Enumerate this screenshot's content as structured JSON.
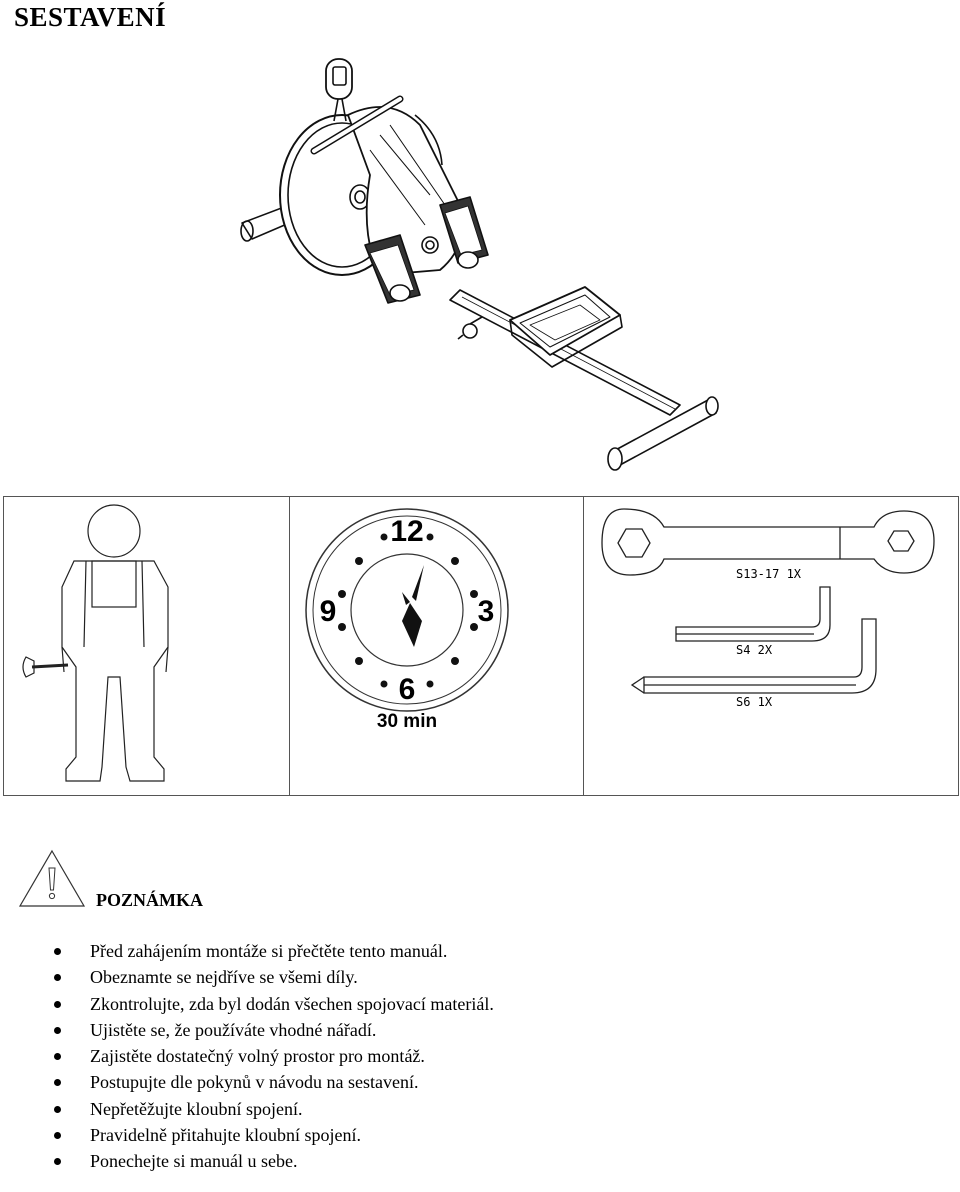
{
  "page": {
    "title": "SESTAVENÍ"
  },
  "preparation": {
    "clock": {
      "numerals": [
        "12",
        "3",
        "6",
        "9"
      ],
      "duration": "30 min"
    },
    "tools": [
      {
        "label": "S13-17 1X"
      },
      {
        "label": "S4 2X"
      },
      {
        "label": "S6 1X"
      }
    ]
  },
  "note": {
    "heading": "POZNÁMKA",
    "icon": "warning-triangle-icon",
    "items": [
      "Před zahájením montáže si přečtěte tento manuál.",
      "Obeznamte se nejdříve se všemi díly.",
      "Zkontrolujte, zda byl dodán všechen spojovací materiál.",
      "Ujistěte se, že používáte vhodné nářadí.",
      "Zajistěte dostatečný volný prostor pro montáž.",
      "Postupujte dle pokynů v návodu na sestavení.",
      "Nepřetěžujte kloubní spojení.",
      "Pravidelně přitahujte kloubní spojení.",
      "Ponechejte si manuál u sebe."
    ]
  }
}
